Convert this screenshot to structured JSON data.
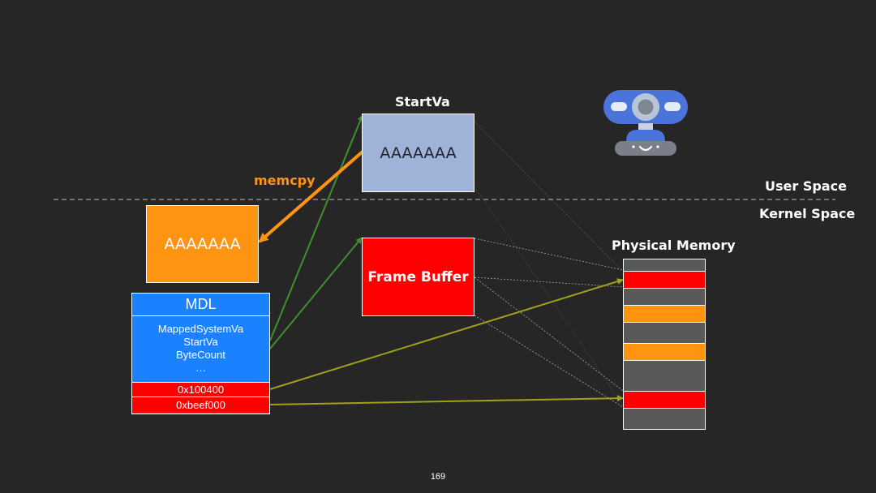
{
  "labels": {
    "startva_title": "StartVa",
    "memcpy": "memcpy",
    "user_space": "User Space",
    "kernel_space": "Kernel Space",
    "physical_memory": "Physical Memory",
    "page_number": "169"
  },
  "boxes": {
    "user_buffer": "AAAAAAA",
    "kernel_buffer": "AAAAAAA",
    "frame_buffer": "Frame Buffer"
  },
  "mdl": {
    "header": "MDL",
    "fields": [
      "MappedSystemVa",
      "StartVa",
      "ByteCount",
      "…"
    ],
    "pfn_entries": [
      "0x100400",
      "0xbeef000"
    ]
  },
  "colors": {
    "background": "#262626",
    "user_box": "#9fb3d9",
    "kernel_box": "#ff9412",
    "frame_buffer": "#ff0000",
    "mdl_blue": "#1a82ff",
    "pfn_red": "#ff0000",
    "memcpy_orange": "#ff9412",
    "green_arrow": "#3f8f2b",
    "olive_arrow": "#a0a019",
    "pm_gray": "#595959",
    "pm_red": "#ff0000",
    "pm_orange": "#ff9412"
  },
  "icons": {
    "webcam": "webcam-icon"
  }
}
